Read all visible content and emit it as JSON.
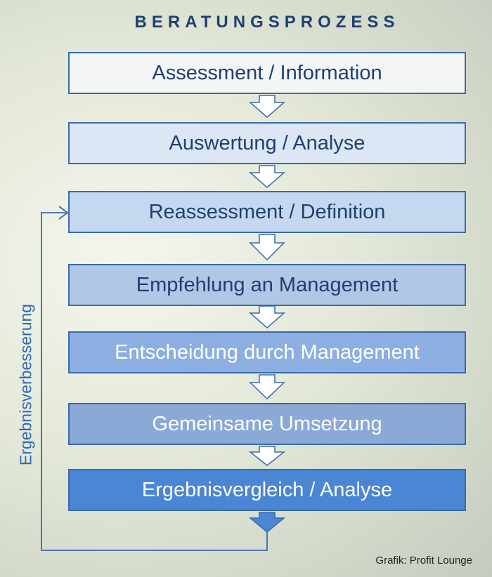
{
  "title": "BERATUNGSPROZESS",
  "steps": [
    {
      "label": "Assessment / Information"
    },
    {
      "label": "Auswertung / Analyse"
    },
    {
      "label": "Reassessment / Definition"
    },
    {
      "label": "Empfehlung an Management"
    },
    {
      "label": "Entscheidung durch Management"
    },
    {
      "label": "Gemeinsame Umsetzung"
    },
    {
      "label": "Ergebnisvergleich / Analyse"
    }
  ],
  "loop_label": "Ergebnisverbesserung",
  "credit": "Grafik: Profit Lounge",
  "colors": {
    "accent": "#1f3f6f",
    "border": "#3a6aa8",
    "loop_text": "#2f6ab0",
    "last_step_fill": "#4b86d4"
  }
}
